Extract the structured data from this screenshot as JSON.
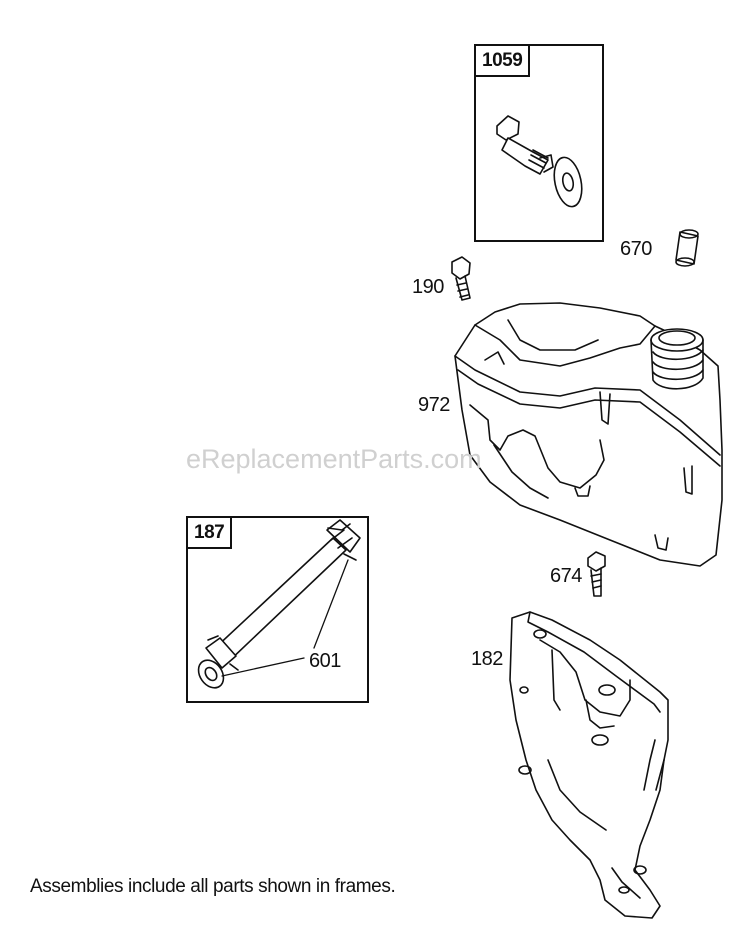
{
  "frames": [
    {
      "id": "frame-1059",
      "label": "1059"
    },
    {
      "id": "frame-187",
      "label": "187"
    }
  ],
  "callouts": {
    "p670": "670",
    "p190": "190",
    "p972": "972",
    "p674": "674",
    "p182": "182",
    "p601": "601"
  },
  "watermark": "eReplacementParts.com",
  "note": "Assemblies include all parts shown in frames."
}
